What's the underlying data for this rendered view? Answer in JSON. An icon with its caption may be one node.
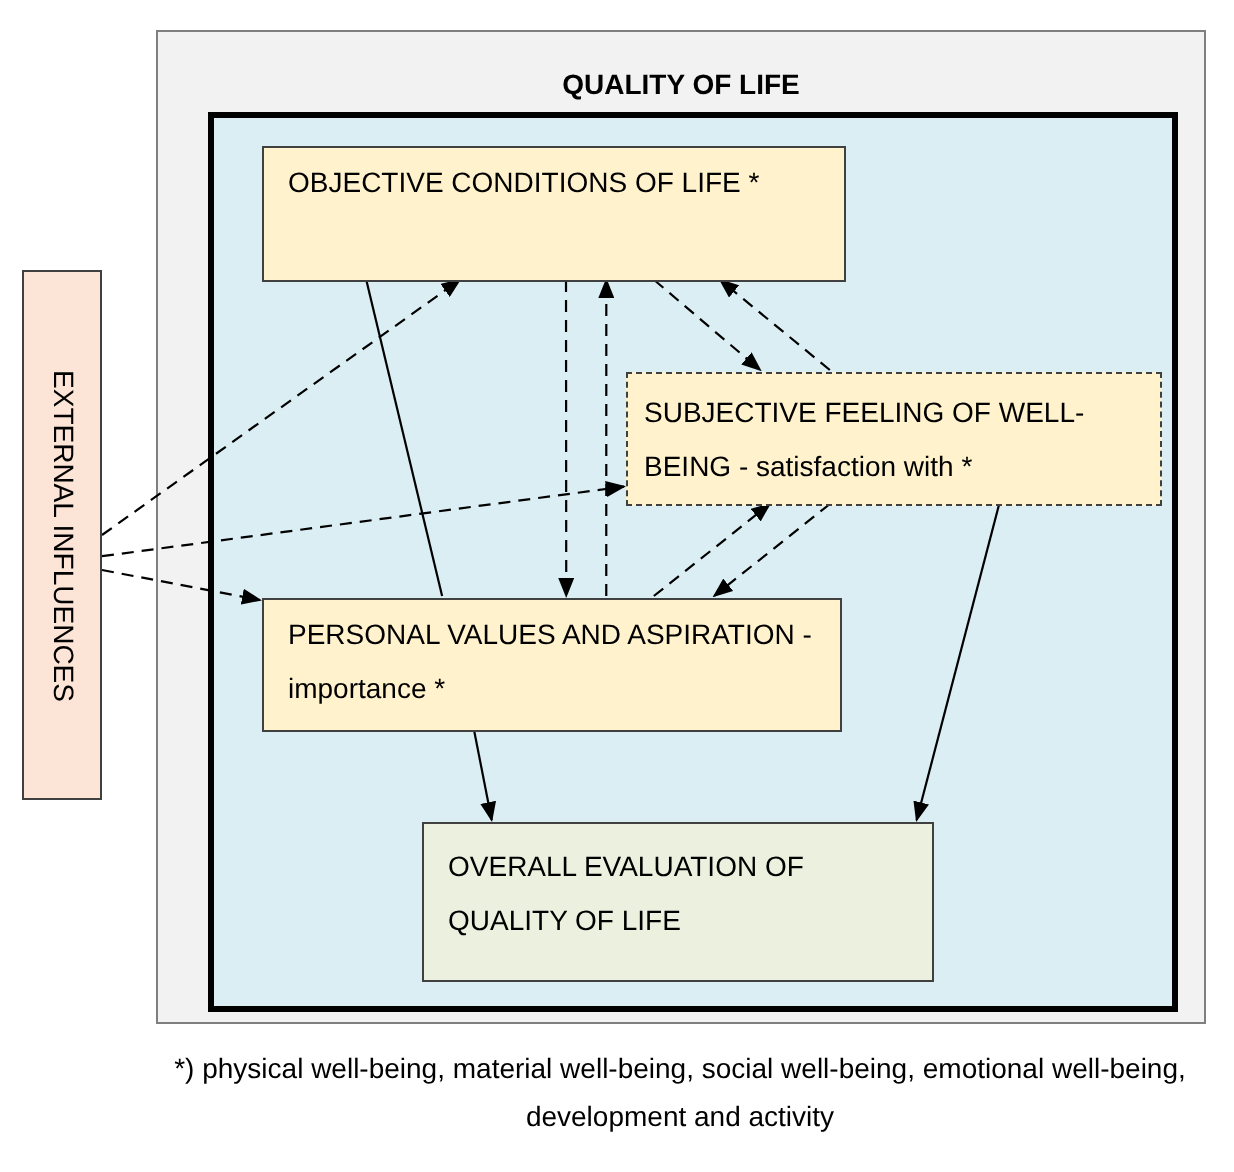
{
  "diagram": {
    "caption": "*) physical well-being, material well-being, social well-being, emotional well-being, development and activity",
    "nodes": [
      {
        "text": [
          "QUALITY OF LIFE"
        ]
      },
      {
        "text": [
          "OBJECTIVE CONDITIONS OF LIFE *"
        ],
        "in": 0
      },
      {
        "text": [
          "SUBJECTIVE FEELING OF WELL-BEING - satisfaction with *"
        ],
        "in": 0
      },
      {
        "text": [
          "PERSONAL VALUES AND ASPIRATION - importance *"
        ],
        "in": 0
      },
      {
        "text": [
          "OVERALL EVALUATION OF QUALITY OF LIFE"
        ],
        "in": 0
      },
      {
        "text": [
          "EXTERNAL INFLUENCES"
        ]
      }
    ],
    "edges": [
      {
        "from": 5,
        "to": 1,
        "arrow": "to",
        "style": "dashed"
      },
      {
        "from": 5,
        "to": 2,
        "arrow": "to",
        "style": "dashed"
      },
      {
        "from": 5,
        "to": 3,
        "arrow": "to",
        "style": "dashed"
      },
      {
        "from": 1,
        "to": 3,
        "arrow": "to",
        "style": "dashed"
      },
      {
        "from": 3,
        "to": 1,
        "arrow": "to",
        "style": "dashed"
      },
      {
        "from": 1,
        "to": 2,
        "arrow": "to",
        "style": "dashed"
      },
      {
        "from": 2,
        "to": 1,
        "arrow": "to",
        "style": "dashed"
      },
      {
        "from": 3,
        "to": 2,
        "arrow": "to",
        "style": "dashed"
      },
      {
        "from": 2,
        "to": 3,
        "arrow": "to",
        "style": "dashed"
      },
      {
        "from": 1,
        "to": 3,
        "arrow": "none"
      },
      {
        "from": 3,
        "to": 4,
        "arrow": "to"
      },
      {
        "from": 2,
        "to": 4,
        "arrow": "to"
      }
    ]
  }
}
